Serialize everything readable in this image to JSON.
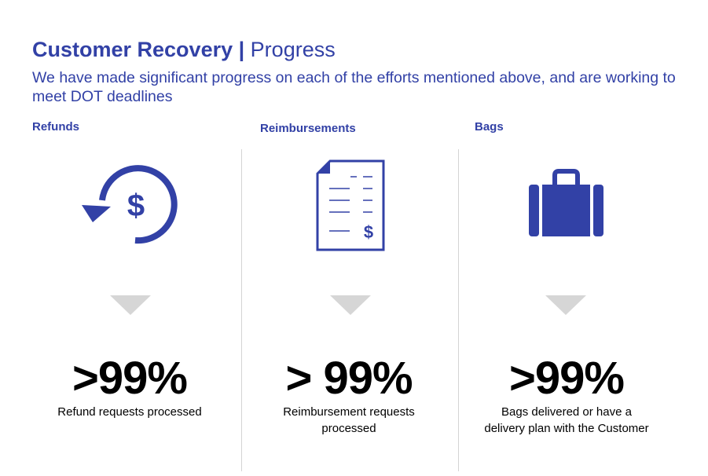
{
  "header": {
    "title_bold": "Customer Recovery",
    "title_sep": " | ",
    "title_regular": "Progress",
    "subtitle": "We have made significant progress on each of the efforts mentioned above, and are working to meet DOT deadlines"
  },
  "columns": [
    {
      "heading": "Refunds",
      "icon": "refund-dollar-icon",
      "stat": ">99%",
      "description": "Refund requests processed"
    },
    {
      "heading": "Reimbursements",
      "icon": "receipt-dollar-icon",
      "stat": "> 99%",
      "description": "Reimbursement requests processed"
    },
    {
      "heading": "Bags",
      "icon": "suitcase-icon",
      "stat": ">99%",
      "description": "Bags delivered or have a delivery plan with the Customer"
    }
  ],
  "colors": {
    "accent": "#3241a6",
    "arrow": "#d6d6d6",
    "divider": "#d4d4d4"
  }
}
